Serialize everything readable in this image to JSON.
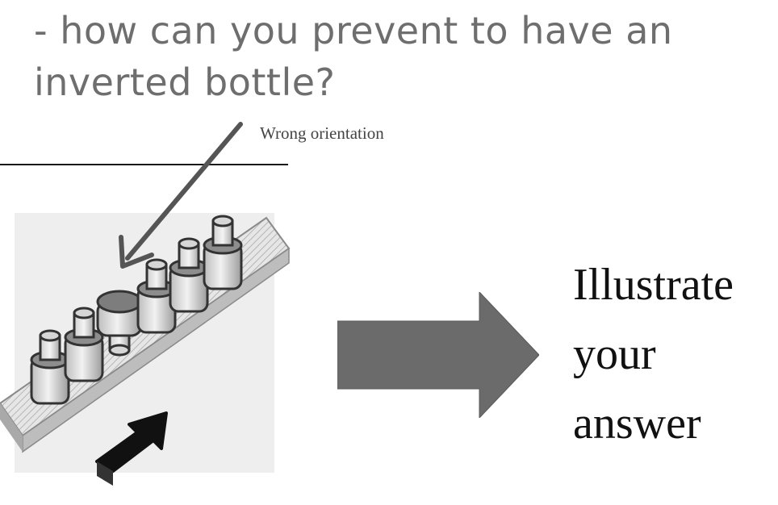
{
  "question": {
    "line1": "- how can you prevent to have an",
    "line2": "inverted bottle?"
  },
  "callout": {
    "label": "Wrong orientation"
  },
  "cta": {
    "line1": "Illustrate",
    "line2": "your",
    "line3": "answer"
  },
  "icons": {
    "conveyor": "bottle-conveyor-illustration",
    "pointer": "arrow-pointer-icon",
    "direction": "movement-direction-arrow-icon",
    "next": "right-arrow-icon"
  },
  "colors": {
    "question_text": "#6e6e6e",
    "arrow_fill": "#6b6b6b",
    "cta_text": "#111111"
  }
}
